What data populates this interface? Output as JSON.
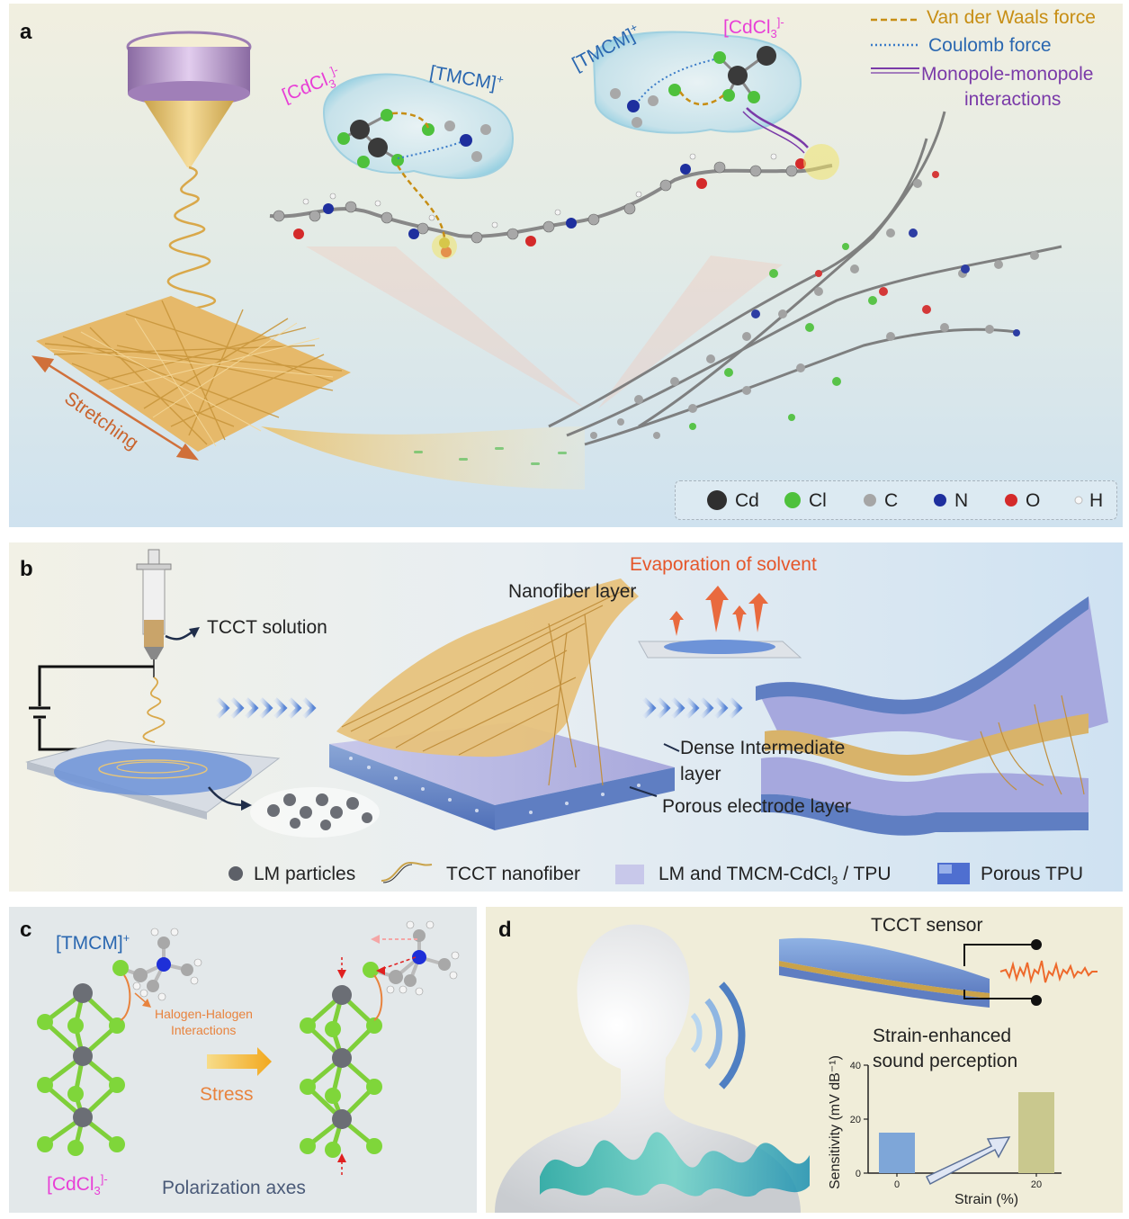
{
  "panel_a": {
    "label": "a",
    "force_legend": [
      "Van der Waals force",
      "Coulomb force",
      "Monopole-monopole",
      "interactions"
    ],
    "ion_labels": {
      "cdcl3_left": "[CdCl",
      "cdcl3_sub": "3",
      "cdcl3_sup": "]-",
      "tmcm_left": "[TMCM]",
      "tmcm_sup": "+",
      "tmcm_right": "[TMCM]",
      "tmcm_right_sup": "+",
      "cdcl3_right": "[CdCl",
      "cdcl3_right_sub": "3",
      "cdcl3_right_sup": "]-"
    },
    "stretching_label": "Stretching",
    "atom_legend": [
      "Cd",
      "Cl",
      "C",
      "N",
      "O",
      "H"
    ],
    "colors": {
      "cd": "#3a3a3a",
      "cl": "#4ec13c",
      "c": "#a6a6a6",
      "n": "#1e2f9e",
      "o": "#d42a2a",
      "h": "#f4f4f4",
      "vdw": "#c78e14",
      "coulomb": "#3a7bc8",
      "monopole": "#7a3aa8",
      "magenta": "#e83fd6",
      "blue": "#2a67b0"
    }
  },
  "panel_b": {
    "label": "b",
    "tcct_solution": "TCCT solution",
    "evaporation": "Evaporation of solvent",
    "nanofiber_layer": "Nanofiber layer",
    "dense_layer_1": "Dense Intermediate",
    "dense_layer_2": "layer",
    "porous_layer": "Porous electrode layer",
    "legend": {
      "lm_particles": "LM particles",
      "nanofiber": "TCCT nanofiber",
      "lm_tmcm_prefix": "LM and TMCM-CdCl",
      "lm_tmcm_sub": "3",
      "lm_tmcm_suffix": " / TPU",
      "porous_tpu": "Porous TPU"
    }
  },
  "panel_c": {
    "label": "c",
    "tmcm": "[TMCM]",
    "tmcm_sup": "+",
    "halogen_1": "Halogen-Halogen",
    "halogen_2": "Interactions",
    "stress": "Stress",
    "cdcl3": "[CdCl",
    "cdcl3_sub": "3",
    "cdcl3_sup": "]-",
    "polarization": "Polarization axes"
  },
  "panel_d": {
    "label": "d",
    "sensor": "TCCT sensor",
    "caption_1": "Strain-enhanced",
    "caption_2": "sound perception",
    "chart_data": {
      "type": "bar",
      "categories": [
        "0",
        "20"
      ],
      "values": [
        15,
        30
      ],
      "xlabel": "Strain (%)",
      "ylabel": "Sensitivity (mV dB⁻¹)",
      "ylim": [
        0,
        40
      ],
      "yticks": [
        "0",
        "20",
        "40"
      ],
      "colors": [
        "#7ea6d8",
        "#c9c88e"
      ]
    }
  }
}
